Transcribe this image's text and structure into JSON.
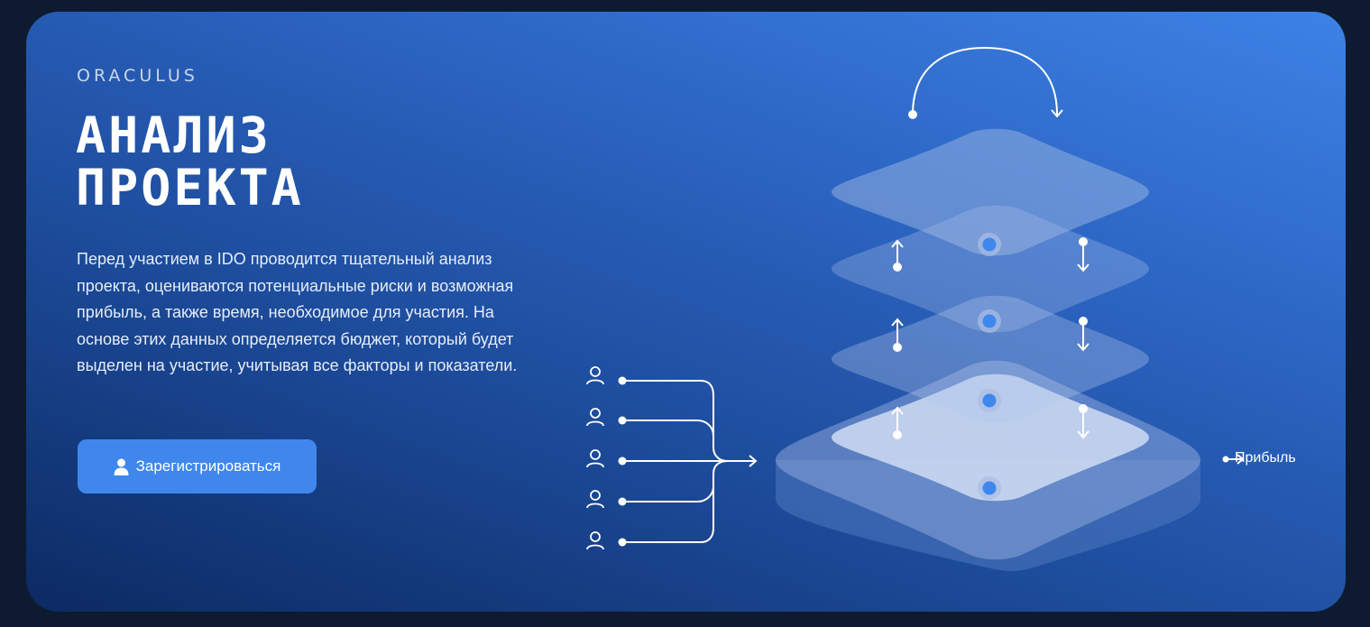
{
  "hero": {
    "brand": "ORACULUS",
    "title": "АНАЛИЗ\nПРОЕКТА",
    "description": "Перед участием в IDO проводится тщательный анализ проекта, оцениваются потенциальные риски и возможная прибыль, а также время, необходимое для участия. На основе этих данных определяется бюджет, который будет выделен на участие, учитывая все факторы и показатели.",
    "button_label": "Зарегистрироваться",
    "button_icon": "user-icon"
  },
  "diagram": {
    "inputs_count": 5,
    "input_icon": "user-icon",
    "output_label": "Прибыль",
    "cycle_icon": "arc-arrow-icon"
  },
  "colors": {
    "background": "#0e1a2f",
    "card_light": "#3d82e6",
    "card_dark": "#0c2a62",
    "accent": "#3f87ec",
    "text": "#ffffff"
  }
}
